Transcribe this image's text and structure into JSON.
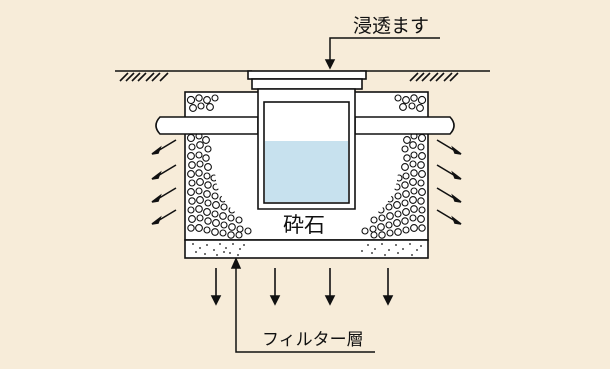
{
  "labels": {
    "basin": "浸透ます",
    "crushed_stone": "砕石",
    "filter_layer": "フィルター層"
  },
  "colors": {
    "background": "#f7ecd9",
    "water": "#c7e1ee",
    "line": "#111111",
    "fill": "#ffffff"
  }
}
